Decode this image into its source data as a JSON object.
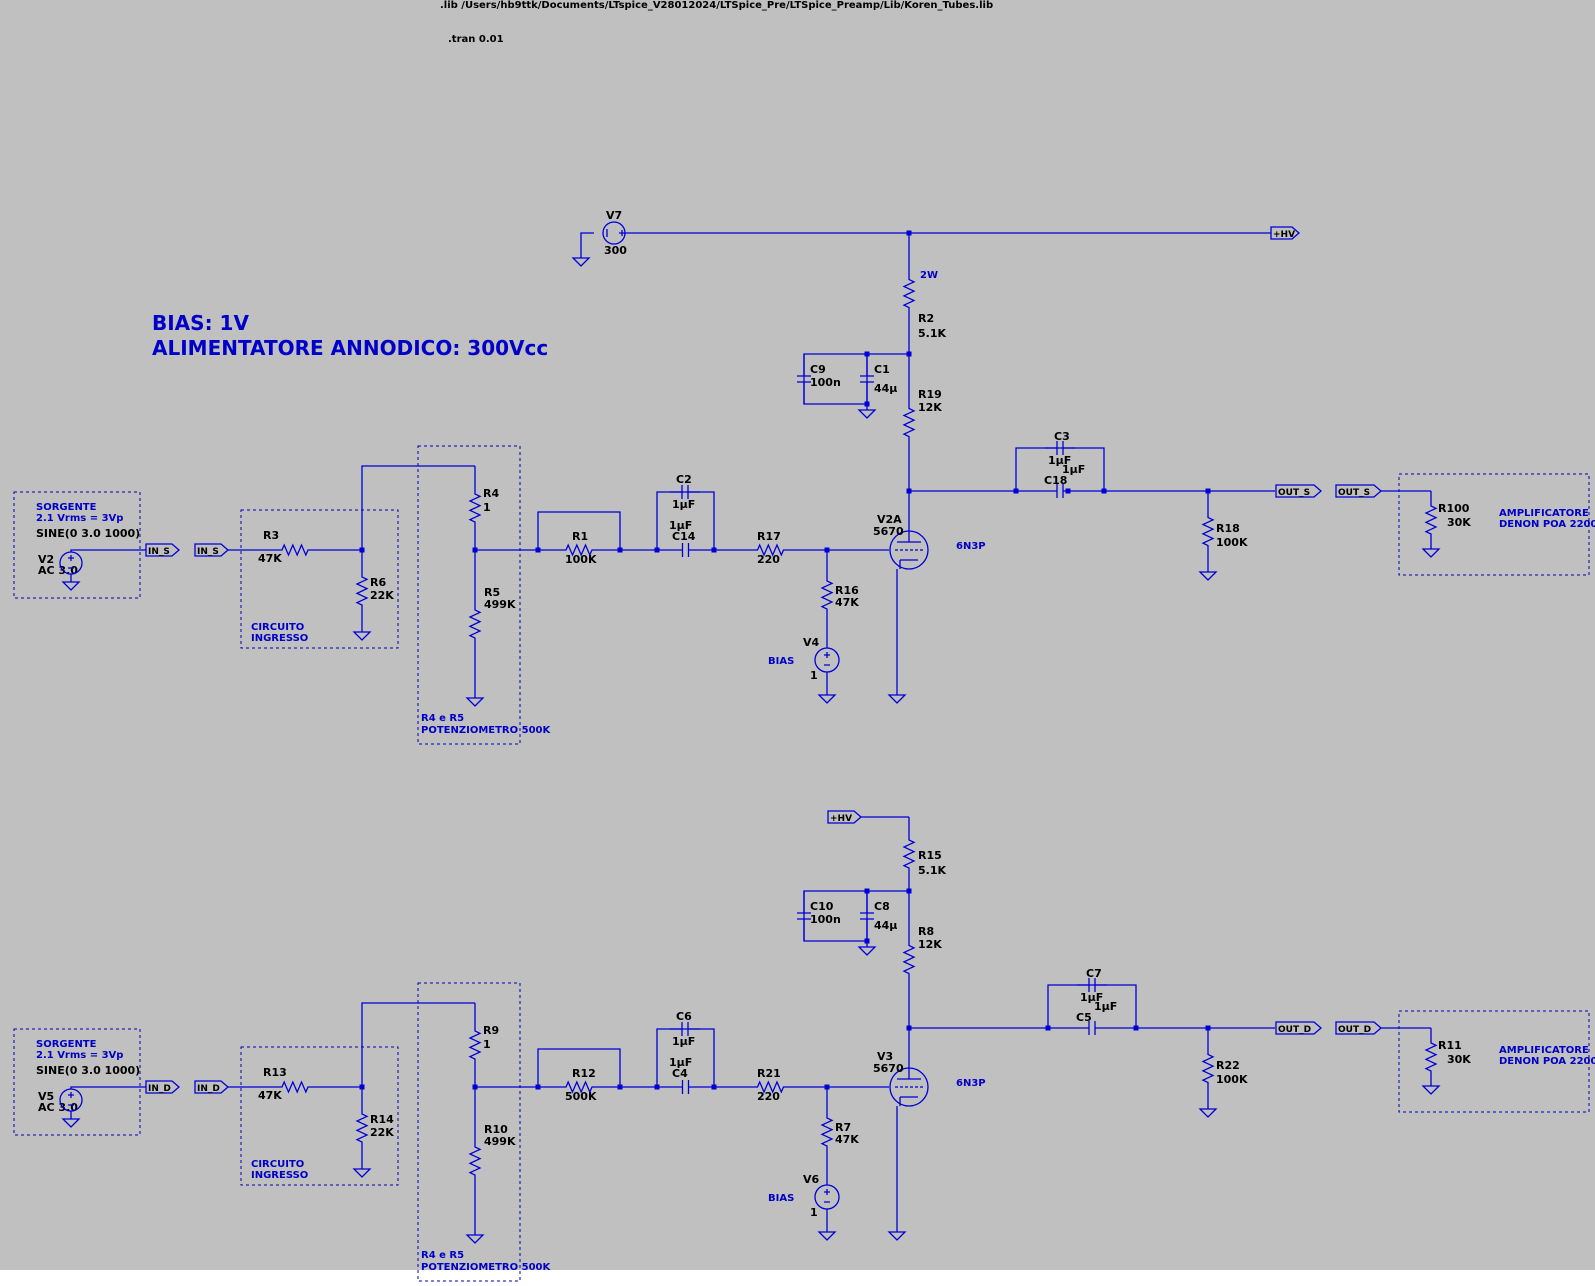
{
  "directives": {
    "lib": ".lib /Users/hb9ttk/Documents/LTspice_V28012024/LTSpice_Pre/LTSpice_Preamp/Lib/Koren_Tubes.lib",
    "tran": ".tran 0.01"
  },
  "notes": {
    "bias": "BIAS: 1V",
    "supply": "ALIMENTATORE ANNODICO: 300Vcc"
  },
  "supply_source": {
    "name": "V7",
    "value": "300",
    "net": "+HV",
    "wattage": "2W"
  },
  "channel_top": {
    "source": {
      "group": "SORGENTE",
      "level": "2.1 Vrms = 3Vp",
      "spec": "SINE(0 3.0 1000)",
      "name": "V2",
      "ac": "AC 3.0"
    },
    "in_net": "IN_S",
    "input_circuit": {
      "label_1": "CIRCUITO",
      "label_2": "INGRESSO",
      "r_series": {
        "name": "R3",
        "value": "47K"
      },
      "r_shunt": {
        "name": "R6",
        "value": "22K"
      }
    },
    "pot": {
      "label_1": "R4 e R5",
      "label_2": "POTENZIOMETRO 500K",
      "top": {
        "name": "R4",
        "value": "1"
      },
      "bottom": {
        "name": "R5",
        "value": "499K"
      }
    },
    "r_grid_1": {
      "name": "R1",
      "value": "100K"
    },
    "c_cap": {
      "name": "C2",
      "value": "1µF"
    },
    "c_cap_b": {
      "name": "C14",
      "value": "1µF"
    },
    "r_grid_2": {
      "name": "R17",
      "value": "220"
    },
    "r_bias": {
      "name": "R16",
      "value": "47K"
    },
    "bias_source": {
      "name": "V4",
      "label": "BIAS",
      "value": "1"
    },
    "tube": {
      "name": "V2A",
      "model": "5670",
      "type": "6N3P"
    },
    "r_plate_1": {
      "name": "R2",
      "value": "5.1K"
    },
    "r_plate_2": {
      "name": "R19",
      "value": "12K"
    },
    "c_dec_a": {
      "name": "C9",
      "value": "100n"
    },
    "c_dec_b": {
      "name": "C1",
      "value": "44µ"
    },
    "c_out_a": {
      "name": "C3",
      "value": "1µF"
    },
    "c_out_b": {
      "name": "C18",
      "value": "1µF"
    },
    "r_load": {
      "name": "R18",
      "value": "100K"
    },
    "out_net": "OUT_S",
    "amp": {
      "name": "R100",
      "value": "30K",
      "label_1": "AMPLIFICATORE",
      "label_2": "DENON POA 2200"
    }
  },
  "channel_bottom": {
    "source": {
      "group": "SORGENTE",
      "level": "2.1 Vrms = 3Vp",
      "spec": "SINE(0 3.0 1000)",
      "name": "V5",
      "ac": "AC 3.0"
    },
    "in_net": "IN_D",
    "input_circuit": {
      "label_1": "CIRCUITO",
      "label_2": "INGRESSO",
      "r_series": {
        "name": "R13",
        "value": "47K"
      },
      "r_shunt": {
        "name": "R14",
        "value": "22K"
      }
    },
    "pot": {
      "label_1": "R4 e R5",
      "label_2": "POTENZIOMETRO 500K",
      "top": {
        "name": "R9",
        "value": "1"
      },
      "bottom": {
        "name": "R10",
        "value": "499K"
      }
    },
    "r_grid_1": {
      "name": "R12",
      "value": "500K"
    },
    "c_cap": {
      "name": "C6",
      "value": "1µF"
    },
    "c_cap_b": {
      "name": "C4",
      "value": "1µF"
    },
    "r_grid_2": {
      "name": "R21",
      "value": "220"
    },
    "r_bias": {
      "name": "R7",
      "value": "47K"
    },
    "bias_source": {
      "name": "V6",
      "label": "BIAS",
      "value": "1"
    },
    "tube": {
      "name": "V3",
      "model": "5670",
      "type": "6N3P"
    },
    "r_plate_1": {
      "name": "R15",
      "value": "5.1K"
    },
    "r_plate_2": {
      "name": "R8",
      "value": "12K"
    },
    "c_dec_a": {
      "name": "C10",
      "value": "100n"
    },
    "c_dec_b": {
      "name": "C8",
      "value": "44µ"
    },
    "c_out_a": {
      "name": "C7",
      "value": "1µF"
    },
    "c_out_b": {
      "name": "C5",
      "value": "1µF"
    },
    "r_load": {
      "name": "R22",
      "value": "100K"
    },
    "out_net": "OUT_D",
    "supply_net": "+HV",
    "amp": {
      "name": "R11",
      "value": "30K",
      "label_1": "AMPLIFICATORE",
      "label_2": "DENON POA 2200"
    }
  }
}
